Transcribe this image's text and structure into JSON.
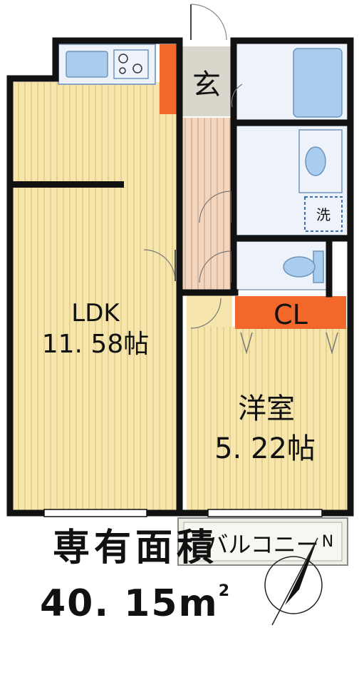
{
  "rooms": {
    "ldk": {
      "name": "LDK",
      "area": "11. 58帖"
    },
    "bedroom": {
      "name": "洋室",
      "area": "5. 22帖"
    },
    "entrance": "玄",
    "closet": "CL",
    "washer": "洗",
    "balcony": "バルコニー"
  },
  "area": {
    "title": "専有面積",
    "value": "40. 15m",
    "unit_sup": "2"
  },
  "compass": {
    "label": "N"
  },
  "colors": {
    "floor": "#f6e6ae",
    "floor_stripe": "#e4d28d",
    "hall": "#f3d6c0",
    "hall_stripe": "#ddb79c",
    "wet": "#eef3fb",
    "fixture": "#a8cdee",
    "accent": "#f2682a",
    "wall": "#111111",
    "entrance": "#d9d6cc"
  }
}
